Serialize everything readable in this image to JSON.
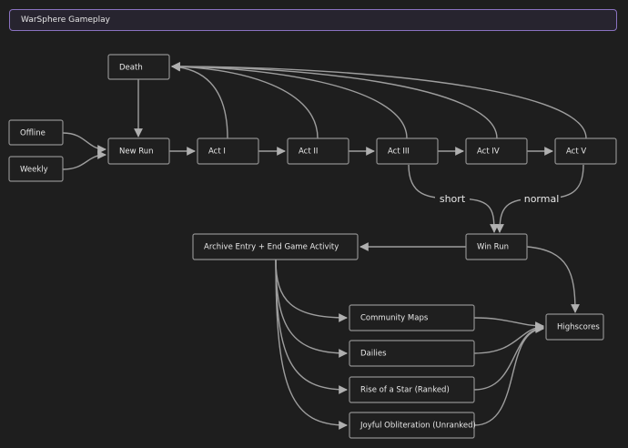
{
  "header": {
    "title": "WarSphere Gameplay"
  },
  "nodes": {
    "death": "Death",
    "offline": "Offline",
    "weekly": "Weekly",
    "new_run": "New Run",
    "act1": "Act I",
    "act2": "Act II",
    "act3": "Act III",
    "act4": "Act IV",
    "act5": "Act V",
    "win_run": "Win Run",
    "archive": "Archive Entry + End Game Activity",
    "highscores": "Highscores",
    "community_maps": "Community Maps",
    "dailies": "Dailies",
    "rise_of_a_star": "Rise of a Star (Ranked)",
    "joyful_obliteration": "Joyful Obliteration (Unranked)"
  },
  "edge_labels": {
    "short": "short",
    "normal": "normal"
  },
  "colors": {
    "background": "#1e1e1e",
    "title_border": "#8a72c0",
    "node_border": "#8f8f8f",
    "edge": "#9e9e9e",
    "text": "#e8e8e8"
  }
}
